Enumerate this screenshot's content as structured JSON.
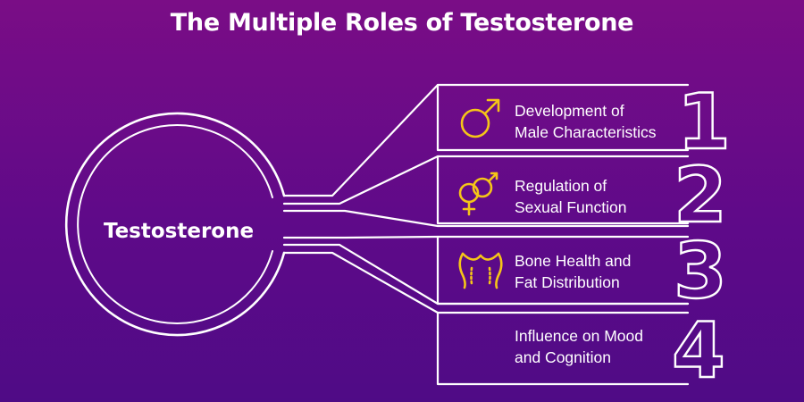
{
  "title": "The Multiple Roles of Testosterone",
  "center": {
    "label": "Testosterone"
  },
  "roles": [
    {
      "number": "1",
      "line1": "Development of",
      "line2": "Male Characteristics",
      "icon": "male-symbol-icon"
    },
    {
      "number": "2",
      "line1": "Regulation of",
      "line2": "Sexual Function",
      "icon": "male-female-symbol-icon"
    },
    {
      "number": "3",
      "line1": "Bone Health and",
      "line2": "Fat Distribution",
      "icon": "body-torso-icon"
    },
    {
      "number": "4",
      "line1": "Influence on Mood",
      "line2": "and Cognition",
      "icon": ""
    }
  ],
  "colors": {
    "background_top": "#7a0d86",
    "background_bottom": "#4f0b86",
    "outline": "#ffffff",
    "icon": "#f5c518"
  }
}
